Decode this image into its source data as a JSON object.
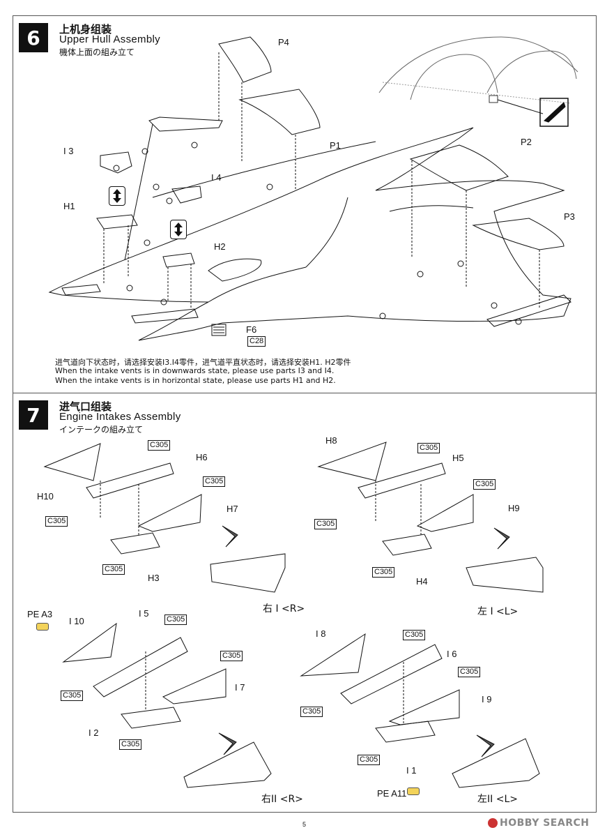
{
  "step6": {
    "number": "6",
    "title_zh": "上机身组装",
    "title_en": "Upper Hull Assembly",
    "title_ja": "機体上面の組み立て",
    "parts": {
      "p4": "P4",
      "p1": "P1",
      "p2": "P2",
      "p3": "P3",
      "i3": "I 3",
      "i4": "I 4",
      "h1": "H1",
      "h2": "H2",
      "f6": "F6",
      "c28": "C28"
    },
    "notes": [
      "进气道向下状态时，请选择安装I3.I4零件，进气道平直状态时，请选择安装H1. H2零件",
      "When the intake vents is in downwards state, please use parts I3 and I4.",
      "When the intake vents is in horizontal state, please use parts H1 and H2."
    ]
  },
  "step7": {
    "number": "7",
    "title_zh": "进气口组装",
    "title_en": "Engine Intakes Assembly",
    "title_ja": "インテークの組み立て",
    "glue": "C305",
    "parts": {
      "h6": "H6",
      "h10": "H10",
      "h7": "H7",
      "h3": "H3",
      "h8": "H8",
      "h5": "H5",
      "h9": "H9",
      "h4": "H4",
      "pe_a3": "PE A3",
      "i10": "I 10",
      "i5": "I 5",
      "i7": "I 7",
      "i2": "I 2",
      "i8": "I 8",
      "i6": "I 6",
      "i9": "I 9",
      "i1": "I 1",
      "pe_a11": "PE A11"
    },
    "sides": {
      "right1": "右 I <R>",
      "left1": "左 I <L>",
      "right2": "右II <R>",
      "left2": "左II <L>"
    }
  },
  "footer": {
    "page": "5",
    "watermark": "HOBBY SEARCH"
  },
  "colors": {
    "line": "#111111",
    "pe_part": "#f3d35a",
    "watermark": "#888888"
  }
}
